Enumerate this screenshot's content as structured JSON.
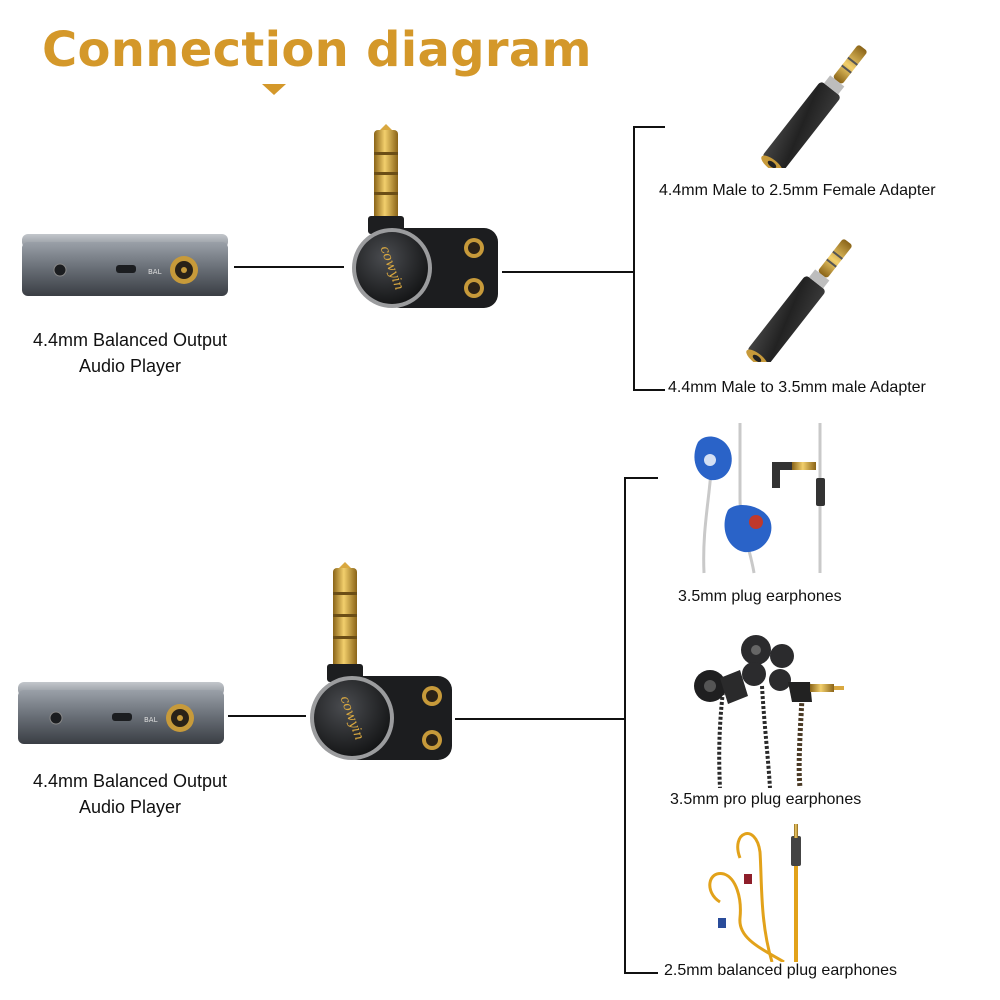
{
  "title": "Connection diagram",
  "colors": {
    "accent": "#d4982a",
    "line": "#111111",
    "gold": "#d9a840"
  },
  "top_section": {
    "player": {
      "label_line1": "4.4mm Balanced Output",
      "label_line2": "Audio Player",
      "port_text": "BAL"
    },
    "adapter": {
      "brand": "cowyin"
    },
    "outputs": [
      {
        "label": "4.4mm Male to 2.5mm Female Adapter"
      },
      {
        "label": "4.4mm Male to 3.5mm male Adapter"
      }
    ]
  },
  "bottom_section": {
    "player": {
      "label_line1": "4.4mm Balanced Output",
      "label_line2": "Audio Player",
      "port_text": "BAL"
    },
    "adapter": {
      "brand": "cowyin"
    },
    "outputs": [
      {
        "label": "3.5mm plug earphones"
      },
      {
        "label": "3.5mm pro plug earphones"
      },
      {
        "label": "2.5mm balanced plug earphones"
      }
    ]
  }
}
